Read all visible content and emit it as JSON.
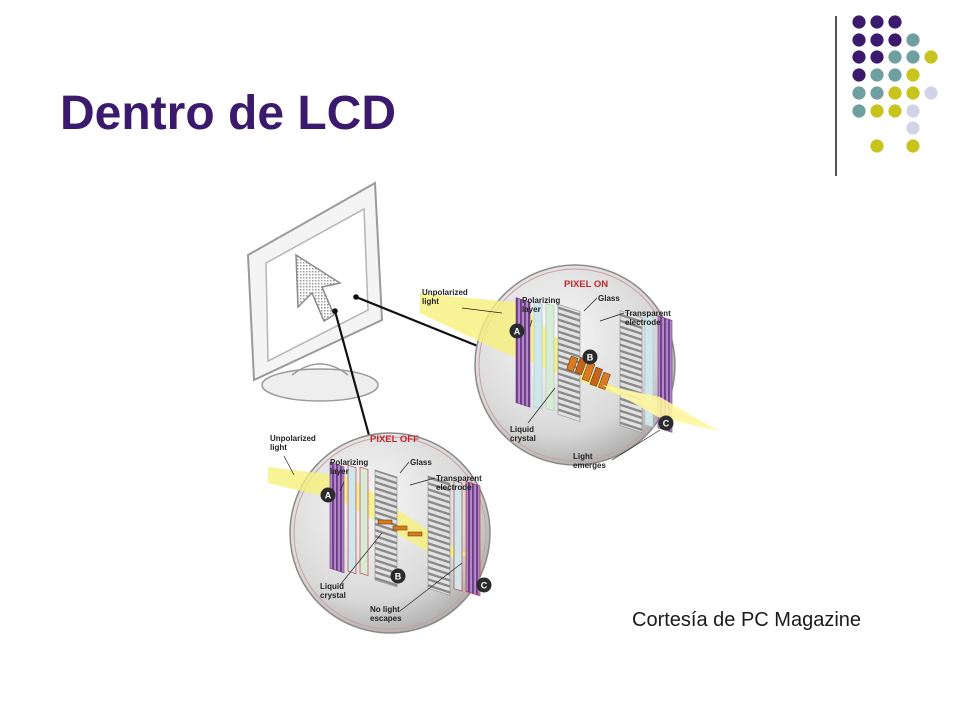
{
  "slide": {
    "title": "Dentro de LCD",
    "caption": "Cortesía de PC Magazine"
  },
  "colors": {
    "title": "#3b1a6e",
    "purple": "#3b1a6e",
    "teal": "#6f9fa0",
    "olive": "#c8c41e",
    "lavender": "#d3d3e8"
  },
  "decoration": {
    "dot_colors": [
      "purple",
      "purple",
      "purple",
      "purple",
      "purple",
      "purple",
      "teal",
      "purple",
      "purple",
      "teal",
      "teal",
      "olive",
      "purple",
      "teal",
      "teal",
      "olive",
      "teal",
      "teal",
      "olive",
      "olive",
      "lavender",
      "teal",
      "olive",
      "olive",
      "lavender",
      "olive",
      "olive",
      "lavender",
      "lavender",
      "lavender",
      "lavender"
    ]
  },
  "diagram": {
    "pixel_on": {
      "header": "PIXEL ON",
      "unpolarized": [
        "Unpolarized",
        "light"
      ],
      "polarizing": [
        "Polarizing",
        "layer"
      ],
      "glass": "Glass",
      "electrode": [
        "Transparent",
        "electrode"
      ],
      "liquid": [
        "Liquid",
        "crystal"
      ],
      "emerges": [
        "Light",
        "emerges"
      ],
      "marker_a": "A",
      "marker_b": "B",
      "marker_c": "C"
    },
    "pixel_off": {
      "header": "PIXEL OFF",
      "unpolarized": [
        "Unpolarized",
        "light"
      ],
      "polarizing": [
        "Polarizing",
        "layer"
      ],
      "glass": "Glass",
      "electrode": [
        "Transparent",
        "electrode"
      ],
      "liquid": [
        "Liquid",
        "crystal"
      ],
      "no_light": [
        "No light",
        "escapes"
      ],
      "marker_a": "A",
      "marker_b": "B",
      "marker_c": "C"
    }
  }
}
